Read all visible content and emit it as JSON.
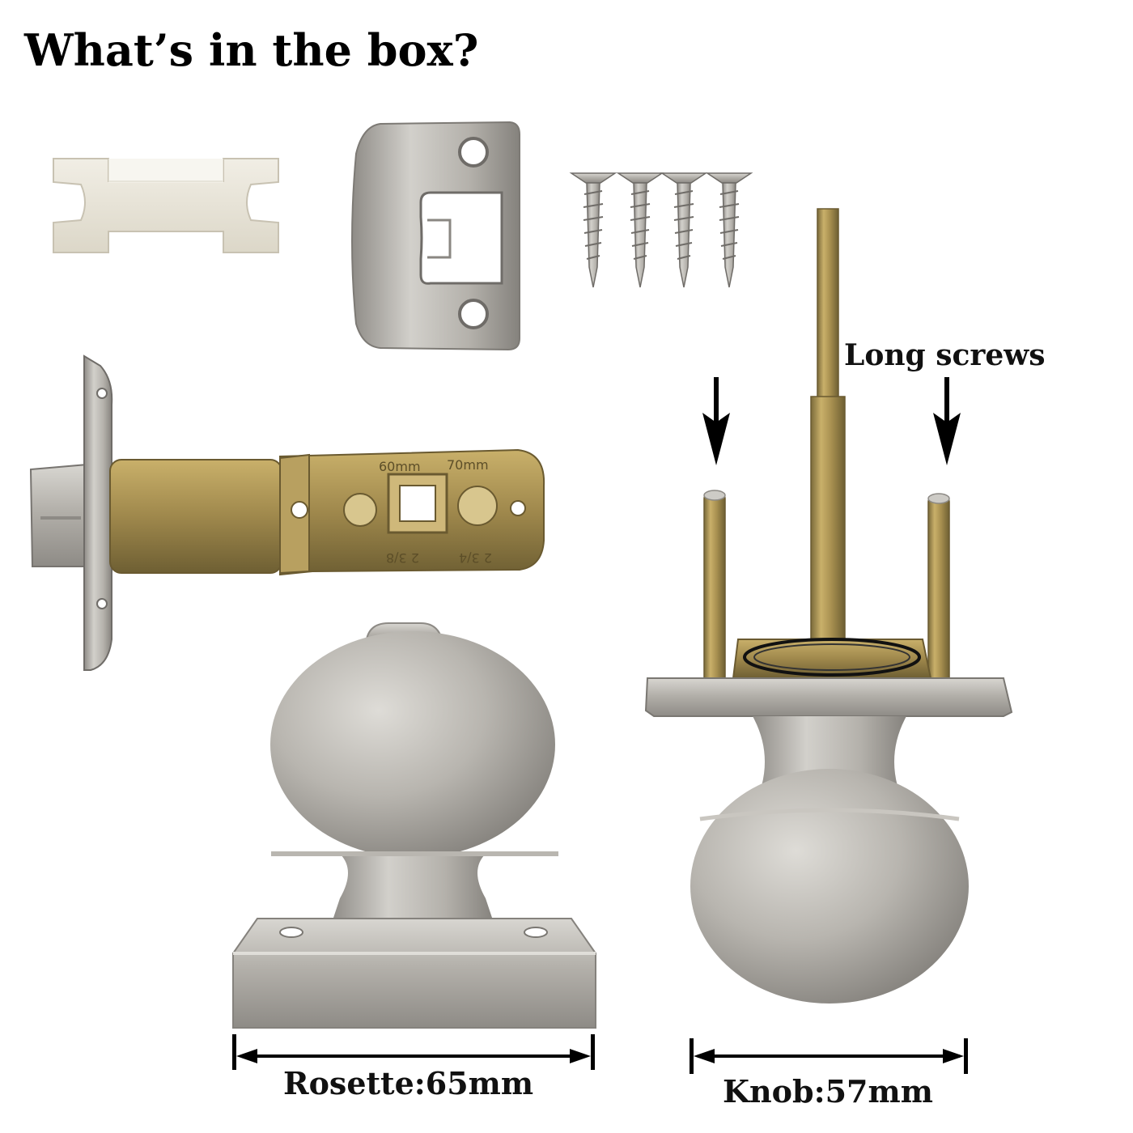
{
  "heading": "What’s in the box?",
  "callouts": {
    "long_screws": "Long screws",
    "rosette": "Rosette:65mm",
    "knob": "Knob:57mm"
  },
  "latch_markings": [
    "60mm",
    "70mm",
    "2 3/8",
    "2 3/4"
  ],
  "colors": {
    "background": "#ffffff",
    "text": "#000000",
    "satin_nickel": "#b9b6b0",
    "brass": "#b59a55",
    "plastic_insert": "#eae6da"
  }
}
